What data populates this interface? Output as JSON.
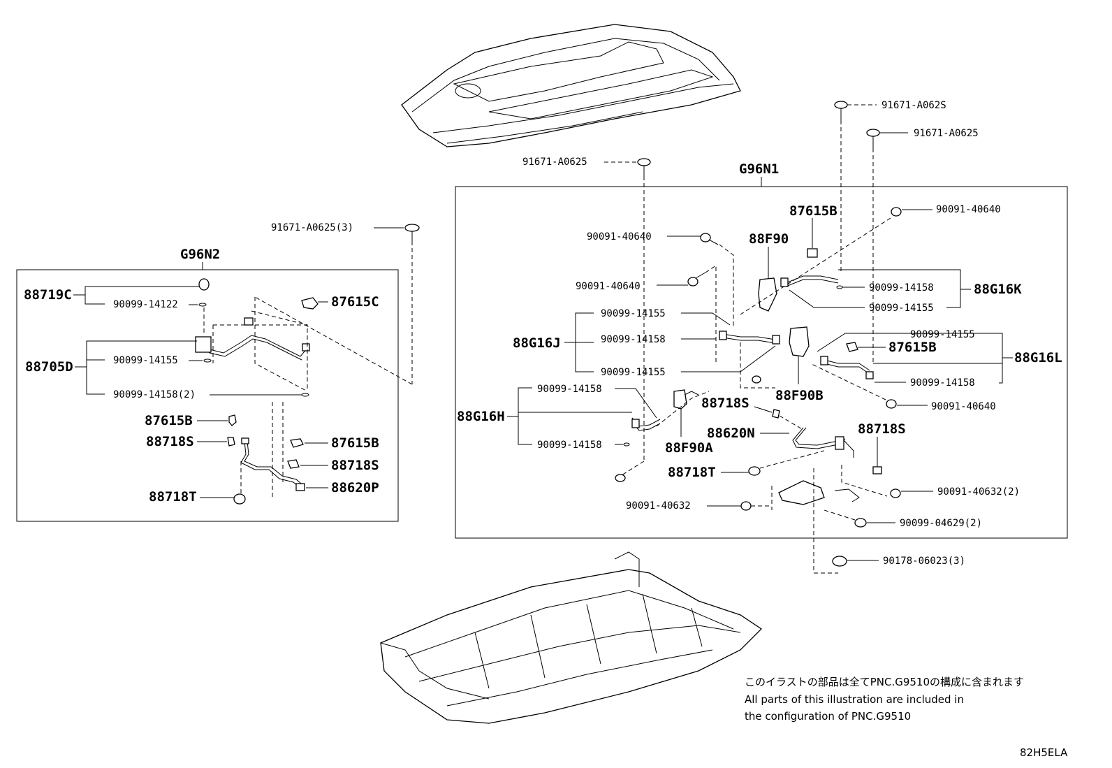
{
  "groups": {
    "left": "G96N2",
    "right": "G96N1"
  },
  "left_labels": {
    "bolt_top": "91671-A0625(3)",
    "p88719C": "88719C",
    "p90099_14122": "90099-14122",
    "p87615C": "87615C",
    "p88705D": "88705D",
    "p90099_14155": "90099-14155",
    "p90099_14158_2": "90099-14158(2)",
    "p87615B_a": "87615B",
    "p88718S_a": "88718S",
    "p87615B_b": "87615B",
    "p88718S_b": "88718S",
    "p88620P": "88620P",
    "p88718T": "88718T"
  },
  "right_labels": {
    "bolt_a": "91671-A0625",
    "bolt_b": "91671-A062S",
    "bolt_c": "91671-A0625",
    "p87615B_top": "87615B",
    "p88F90": "88F90",
    "p90091_40640_a": "90091-40640",
    "p90091_40640_b": "90091-40640",
    "p90091_40640_c": "90091-40640",
    "p90091_40640_d": "90091-40640",
    "p90099_14158_k": "90099-14158",
    "p90099_14155_k": "90099-14155",
    "p88G16K": "88G16K",
    "p90099_14155_j1": "90099-14155",
    "p90099_14158_j": "90099-14158",
    "p90099_14155_j2": "90099-14155",
    "p88G16J": "88G16J",
    "p90099_14155_l": "90099-14155",
    "p87615B_l": "87615B",
    "p88G16L": "88G16L",
    "p90099_14158_l": "90099-14158",
    "p88F90B": "88F90B",
    "p90099_14158_h1": "90099-14158",
    "p88G16H": "88G16H",
    "p90099_14158_h2": "90099-14158",
    "p88718S_r1": "88718S",
    "p88620N": "88620N",
    "p88718S_r2": "88718S",
    "p88F90A": "88F90A",
    "p88718T_r": "88718T",
    "p90091_40632": "90091-40632",
    "p90091_40632_2": "90091-40632(2)",
    "p90099_04629_2": "90099-04629(2)",
    "p90178_06023_3": "90178-06023(3)"
  },
  "footer": {
    "note_jp": "このイラストの部品は全てPNC.G9510の構成に含まれます",
    "note_en_1": "All parts of this illustration are included in",
    "note_en_2": "the configuration of PNC.G9510",
    "code": "82H5ELA"
  }
}
